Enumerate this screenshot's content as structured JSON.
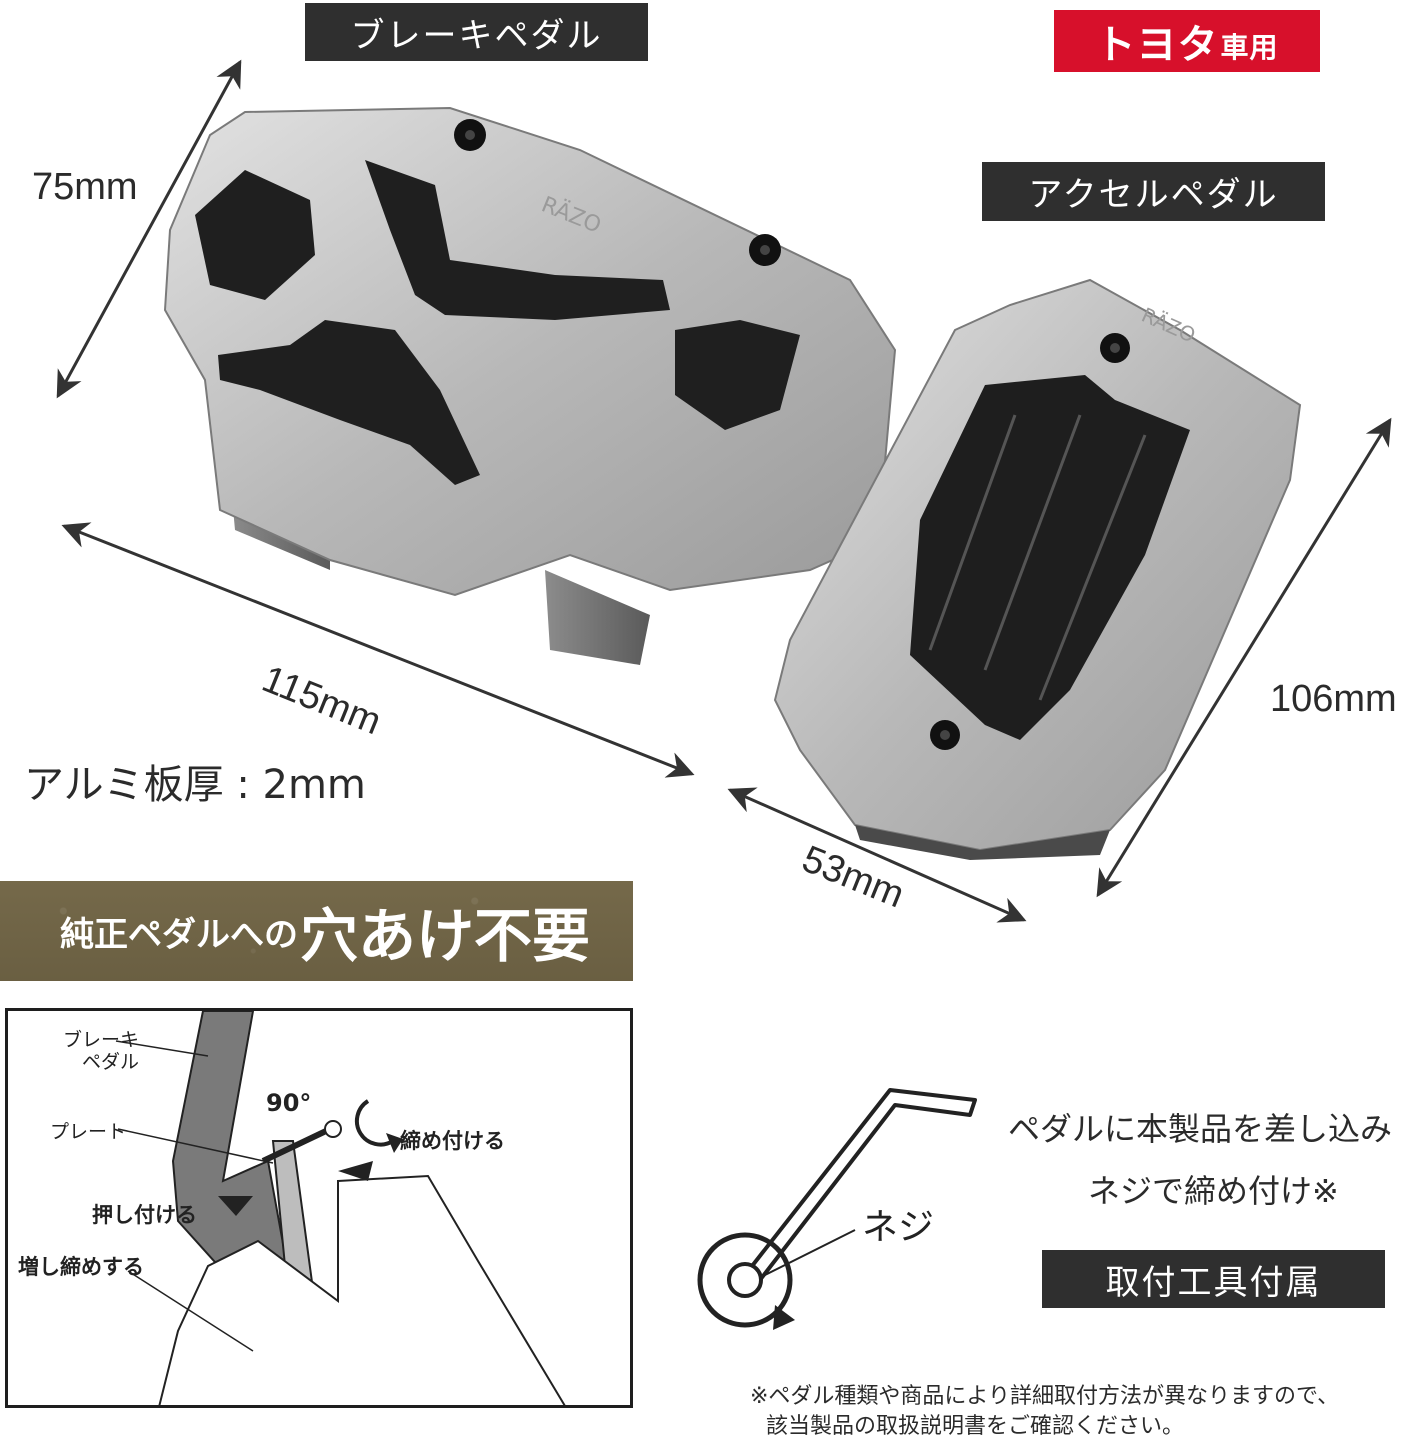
{
  "labels": {
    "brake_pedal": "ブレーキペダル",
    "accel_pedal": "アクセルペダル",
    "toyota_main": "トヨタ",
    "toyota_suffix": "車用"
  },
  "brand_mark": "RÄZO",
  "dimensions": {
    "brake_height": "75mm",
    "brake_width": "115mm",
    "accel_width": "53mm",
    "accel_height": "106mm"
  },
  "thickness": "アルミ板厚 : 2mm",
  "banner": {
    "small_text": "純正ペダルへの",
    "large_text": "穴あけ不要"
  },
  "diagram": {
    "brake_pedal_line1": "ブレーキ",
    "brake_pedal_line2": "ペダル",
    "angle": "90°",
    "plate": "プレート",
    "tighten": "締め付ける",
    "press": "押し付ける",
    "retighten": "増し締めする"
  },
  "install": {
    "line1": "ペダルに本製品を差し込み",
    "line2": "ネジで締め付け※",
    "screw_label": "ネジ",
    "tool_included": "取付工具付属"
  },
  "footnote": {
    "line1": "※ペダル種類や商品により詳細取付方法が異なりますので、",
    "line2": "該当製品の取扱説明書をご確認ください。"
  },
  "colors": {
    "label_bg": "#2f2f2f",
    "toyota_red": "#d7102b",
    "banner_bg": "#6f6446",
    "aluminum": "#b9b9b9",
    "rubber": "#1e1e1e"
  }
}
